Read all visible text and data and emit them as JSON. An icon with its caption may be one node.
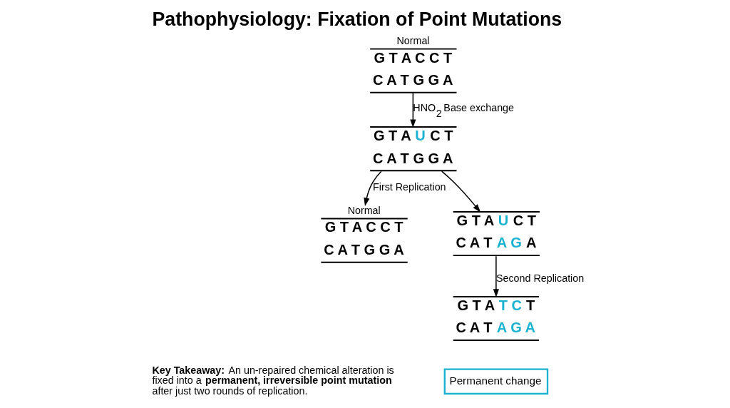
{
  "diagram": {
    "title": "Pathophysiology: Fixation of Point Mutations",
    "nodes": [
      {
        "text": [
          "Normal",
          "G T A C C T",
          "C A T G G A"
        ]
      },
      {
        "text": [
          "G T A U C T",
          "C A T G G A"
        ]
      },
      {
        "text": [
          "Normal",
          "G T A C C T",
          "C A T G G A"
        ]
      },
      {
        "text": [
          "G T A U C T",
          "C A T A G A"
        ]
      },
      {
        "text": [
          "G T A T C T",
          "C A T A G A"
        ]
      },
      {
        "text": [
          "Permanent change"
        ]
      }
    ],
    "edges": [
      {
        "from": 0,
        "to": 1,
        "arrow": "to",
        "label": "HNO$_{2}$ Base exchange"
      },
      {
        "from": 1,
        "to": 2,
        "arrow": "to",
        "label": "First Replication"
      },
      {
        "from": 1,
        "to": 3,
        "arrow": "to"
      },
      {
        "from": 3,
        "to": 4,
        "arrow": "to",
        "label": "Second Replication"
      }
    ],
    "labels": [
      "**Key Takeaway:** An un-repaired chemical alteration is fixed into a **permanent, irreversible point mutation** after just two rounds of replication."
    ]
  }
}
